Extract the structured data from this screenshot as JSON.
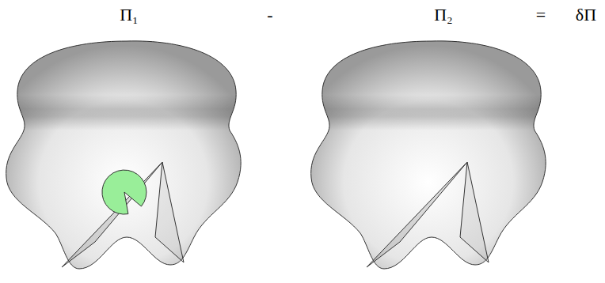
{
  "diagram": {
    "labels": [
      "Π₁",
      "-",
      "Π₂",
      "=",
      "δΠ"
    ]
  }
}
